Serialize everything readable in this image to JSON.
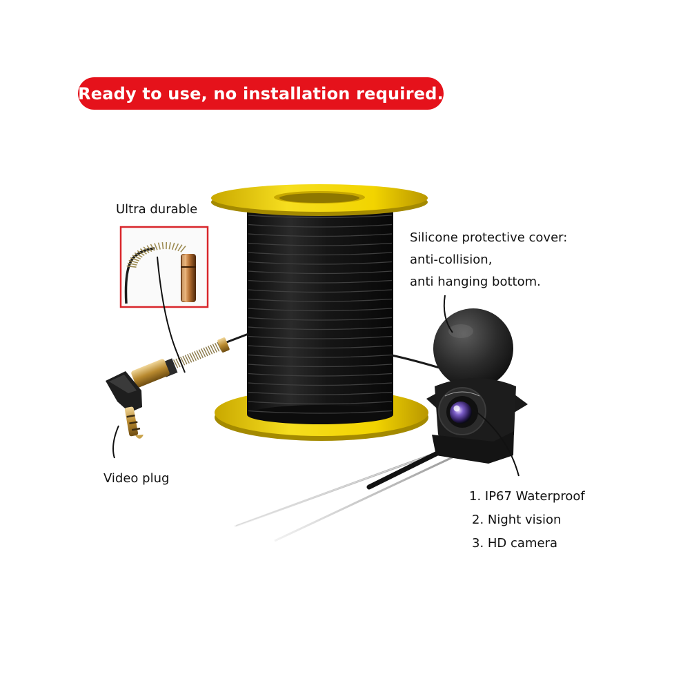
{
  "banner": {
    "text": "Ready to use, no installation required.",
    "color": "#e5121b"
  },
  "labels": {
    "ultra_durable": "Ultra durable",
    "cover_line1": "Silicone protective cover:",
    "cover_line2": "anti-collision,",
    "cover_line3": "anti hanging bottom.",
    "video_plug": "Video plug",
    "feature1": "1. IP67 Waterproof",
    "feature2": "2. Night vision",
    "feature3": "3. HD camera"
  },
  "colors": {
    "spool_yellow": "#f2d400",
    "cable_black": "#1a1a1a",
    "inset_border": "#d8262b",
    "plug_gold": "#c9a24a"
  },
  "icons": {
    "plug": "audio-jack-plug",
    "camera": "underwater-camera"
  }
}
